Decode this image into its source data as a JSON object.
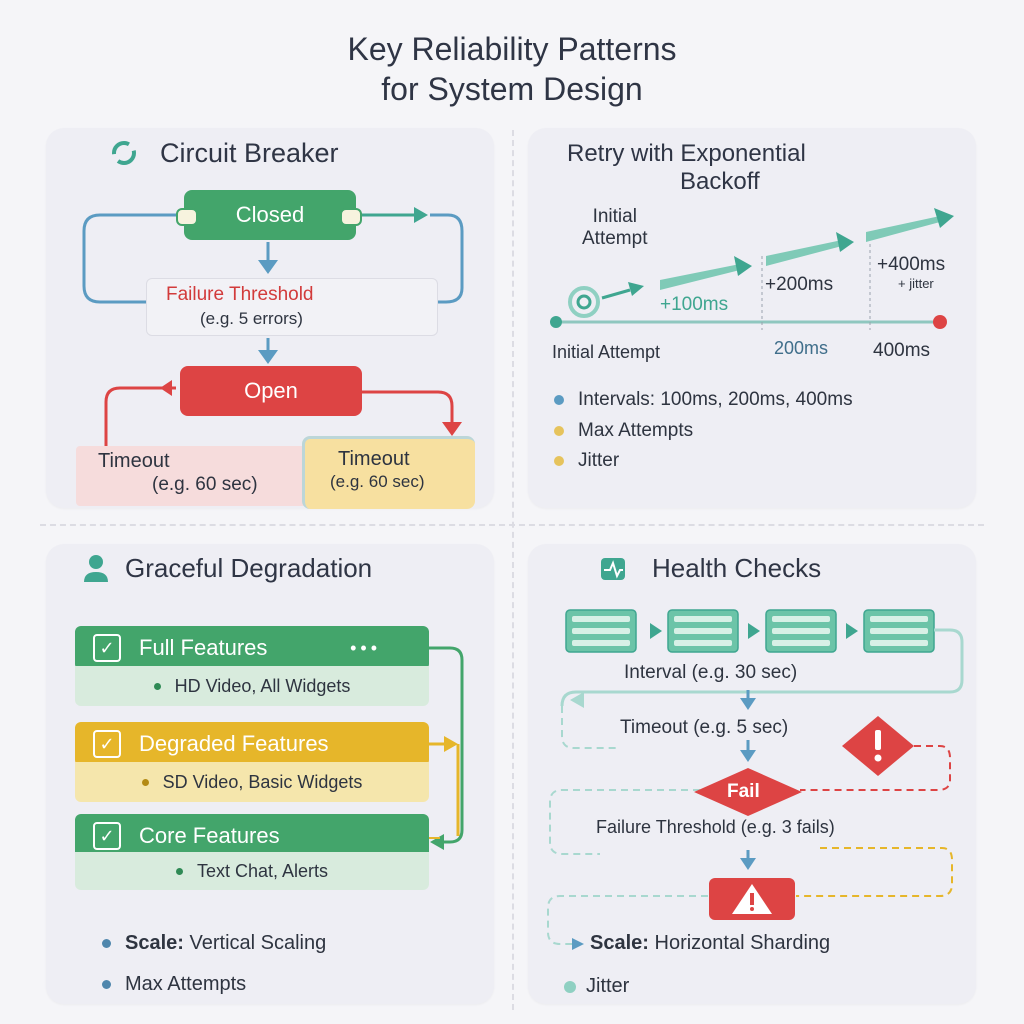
{
  "title_line1": "Key Reliability Patterns",
  "title_line2": "for System Design",
  "circuit_breaker": {
    "heading": "Circuit Breaker",
    "closed": "Closed",
    "failure_threshold": "Failure Threshold",
    "failure_threshold_example": "(e.g. 5 errors)",
    "open": "Open",
    "timeout_left": "Timeout",
    "timeout_left_example": "(e.g. 60 sec)",
    "timeout_right": "Timeout",
    "timeout_right_example": "(e.g. 60 sec)"
  },
  "retry": {
    "heading_line1": "Retry with Exponential",
    "heading_line2": "Backoff",
    "initial_attempt_top": "Initial\nAttempt",
    "step1": "+100ms",
    "step2": "+200ms",
    "step3": "+400ms",
    "step3_note": "+ jitter",
    "axis_start": "Initial Attempt",
    "axis_mid": "200ms",
    "axis_end": "400ms",
    "bullets": [
      {
        "text": "Intervals: 100ms, 200ms, 400ms",
        "color": "#5b9bc2"
      },
      {
        "text": "Max Attempts",
        "color": "#e6c35c"
      },
      {
        "text": "Jitter",
        "color": "#e6c35c"
      }
    ]
  },
  "degradation": {
    "heading": "Graceful Degradation",
    "tiers": [
      {
        "label": "Full Features",
        "detail": "HD Video, All Widgets",
        "color": "#43a56b",
        "sub_color": "#d8ebdd",
        "dot": "#2f8a55"
      },
      {
        "label": "Degraded Features",
        "detail": "SD Video, Basic Widgets",
        "color": "#e6b62a",
        "sub_color": "#f5e6ac",
        "dot": "#b38a14"
      },
      {
        "label": "Core Features",
        "detail": "Text Chat, Alerts",
        "color": "#43a56b",
        "sub_color": "#d8ebdd",
        "dot": "#2f8a55"
      }
    ],
    "scale_label": "Scale:",
    "scale_value": "Vertical Scaling",
    "max_attempts": "Max Attempts"
  },
  "health": {
    "heading": "Health Checks",
    "interval": "Interval (e.g. 30 sec)",
    "timeout": "Timeout (e.g. 5 sec)",
    "fail": "Fail",
    "failure_threshold": "Failure Threshold (e.g. 3 fails)",
    "scale_label": "Scale:",
    "scale_value": "Horizontal Sharding",
    "jitter": "Jitter"
  },
  "colors": {
    "green": "#43a56b",
    "red": "#dd4444",
    "yellow": "#e6b62a",
    "blue": "#5b9bc2",
    "teal": "#3fa690"
  }
}
